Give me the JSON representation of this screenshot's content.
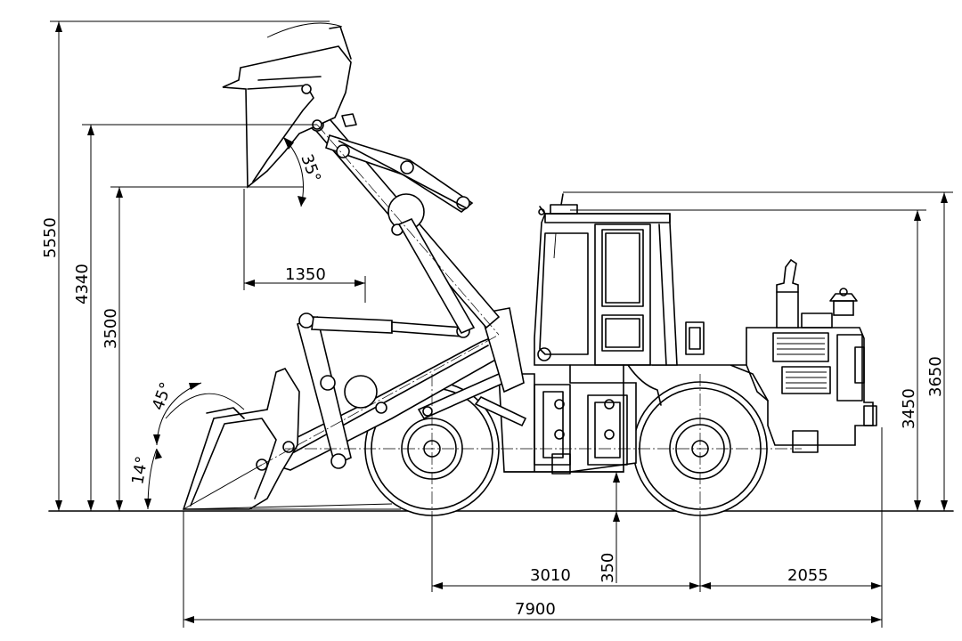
{
  "dimensions": {
    "max_height": "5550",
    "pin_height": "4340",
    "dump_height": "3500",
    "dump_reach": "1350",
    "cab_height": "3450",
    "overall_height": "3650",
    "ground_clearance": "350",
    "wheelbase": "3010",
    "rear_overhang": "2055",
    "overall_length": "7900"
  },
  "angles": {
    "dump_angle": "35°",
    "rollback_angle": "45°",
    "ground_angle": "14°"
  }
}
